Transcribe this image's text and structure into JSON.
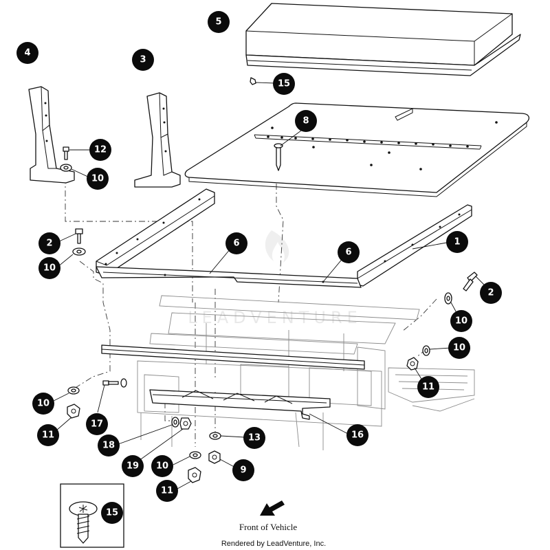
{
  "diagram": {
    "callouts": [
      "1",
      "2",
      "2",
      "3",
      "4",
      "5",
      "6",
      "6",
      "8",
      "9",
      "10",
      "10",
      "10",
      "10",
      "10",
      "10",
      "11",
      "11",
      "11",
      "12",
      "13",
      "15",
      "15",
      "16",
      "17",
      "18",
      "19"
    ],
    "watermark": "LEADVENTURE",
    "front_label": "Front of Vehicle",
    "credit": "Rendered by LeadVenture, Inc."
  }
}
